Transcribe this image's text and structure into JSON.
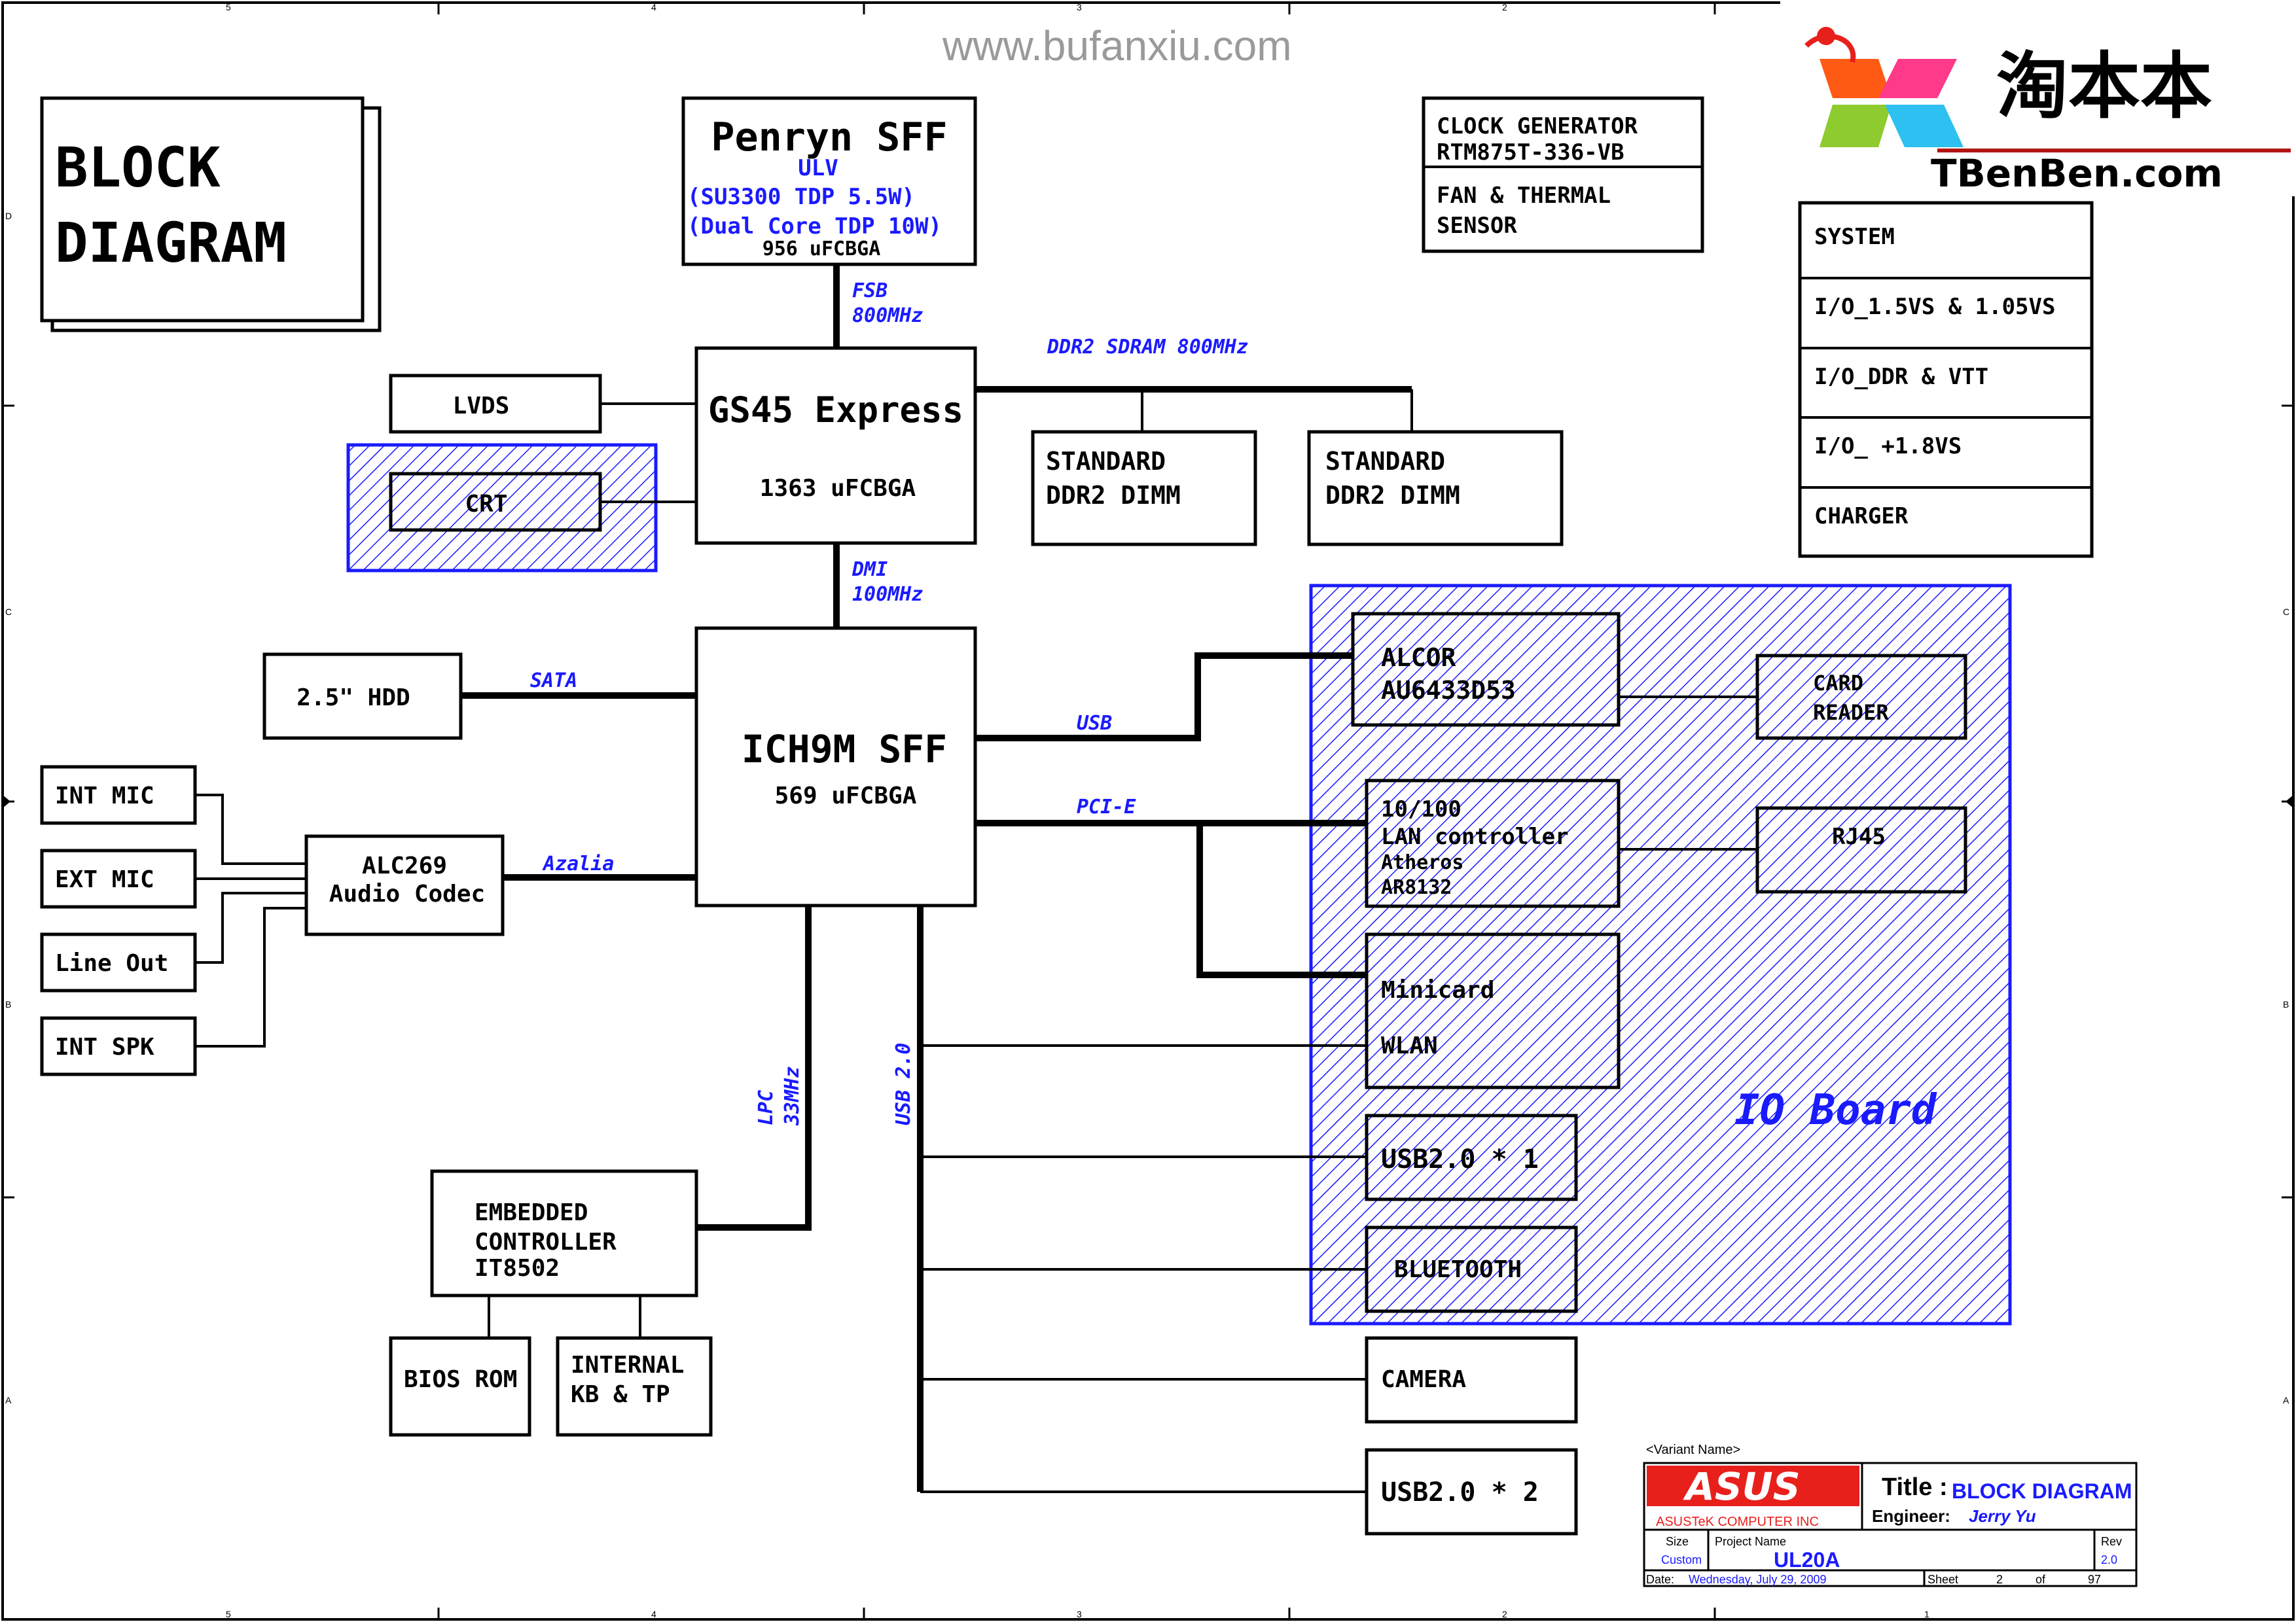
{
  "watermark": "www.bufanxiu.com",
  "logo": {
    "cn_text": "淘本本",
    "domain_text": "TBenBen.com"
  },
  "title_box": {
    "line1": "BLOCK",
    "line2": "DIAGRAM"
  },
  "cpu": {
    "name": "Penryn SFF",
    "ulv": "ULV",
    "tdp1": "(SU3300 TDP 5.5W)",
    "tdp2": "(Dual Core TDP 10W)",
    "pkg": "956 uFCBGA"
  },
  "clock": {
    "line1": "CLOCK GENERATOR",
    "line2": "RTM875T-336-VB",
    "line3": "FAN & THERMAL",
    "line4": "SENSOR"
  },
  "power": [
    "SYSTEM",
    "I/O_1.5VS & 1.05VS",
    "I/O_DDR & VTT",
    "I/O_ +1.8VS",
    "CHARGER"
  ],
  "nb": {
    "name": "GS45 Express",
    "pkg": "1363 uFCBGA"
  },
  "sb": {
    "name": "ICH9M SFF",
    "pkg": "569 uFCBGA"
  },
  "buses": {
    "fsb1": "FSB",
    "fsb2": "800MHz",
    "ddr": "DDR2 SDRAM 800MHz",
    "dmi1": "DMI",
    "dmi2": "100MHz",
    "sata": "SATA",
    "usb": "USB",
    "pcie": "PCI-E",
    "azalia": "Azalia",
    "lpc1": "LPC",
    "lpc2": "33MHz",
    "usb20": "USB 2.0"
  },
  "boxes": {
    "lvds": "LVDS",
    "crt": "CRT",
    "dimm1_l1": "STANDARD",
    "dimm1_l2": "DDR2 DIMM",
    "dimm2_l1": "STANDARD",
    "dimm2_l2": "DDR2 DIMM",
    "hdd": "2.5\" HDD",
    "int_mic": "INT MIC",
    "ext_mic": "EXT MIC",
    "line_out": "Line Out",
    "int_spk": "INT SPK",
    "codec1": "ALC269",
    "codec2": "Audio Codec",
    "ec1": "EMBEDDED",
    "ec2": "CONTROLLER",
    "ec3": "IT8502",
    "bios": "BIOS ROM",
    "kb1": "INTERNAL",
    "kb2": "KB & TP",
    "alcor1": "ALCOR",
    "alcor2": "AU6433D53",
    "card1": "CARD",
    "card2": "READER",
    "lan1": "10/100",
    "lan2": "LAN controller",
    "lan3": "Atheros",
    "lan4": "AR8132",
    "rj45": "RJ45",
    "mini1": "Minicard",
    "mini2": "WLAN",
    "usb1": "USB2.0 * 1",
    "bt": "BLUETOOTH",
    "camera": "CAMERA",
    "usb2": "USB2.0 * 2",
    "io_board": "IO Board"
  },
  "titleblock": {
    "variant": "<Variant Name>",
    "company": "ASUSTeK COMPUTER INC",
    "brand": "ASUS",
    "title_label": "Title :",
    "title_value": "BLOCK DIAGRAM",
    "engineer_label": "Engineer:",
    "engineer_value": "Jerry Yu",
    "size_label": "Size",
    "size_value": "Custom",
    "project_label": "Project Name",
    "project_value": "UL20A",
    "rev_label": "Rev",
    "rev_value": "2.0",
    "date_label": "Date:",
    "date_value": "Wednesday, July 29, 2009",
    "sheet_label": "Sheet",
    "sheet_value": "2",
    "of_label": "of",
    "of_value": "97"
  },
  "border": {
    "cols": [
      "5",
      "4",
      "3",
      "2",
      "1"
    ],
    "rows": [
      "D",
      "C",
      "B",
      "A"
    ]
  },
  "colors": {
    "accent_blue": "#1a1aff",
    "hatch_blue": "#1a1aff",
    "asus_red": "#e8201c"
  }
}
